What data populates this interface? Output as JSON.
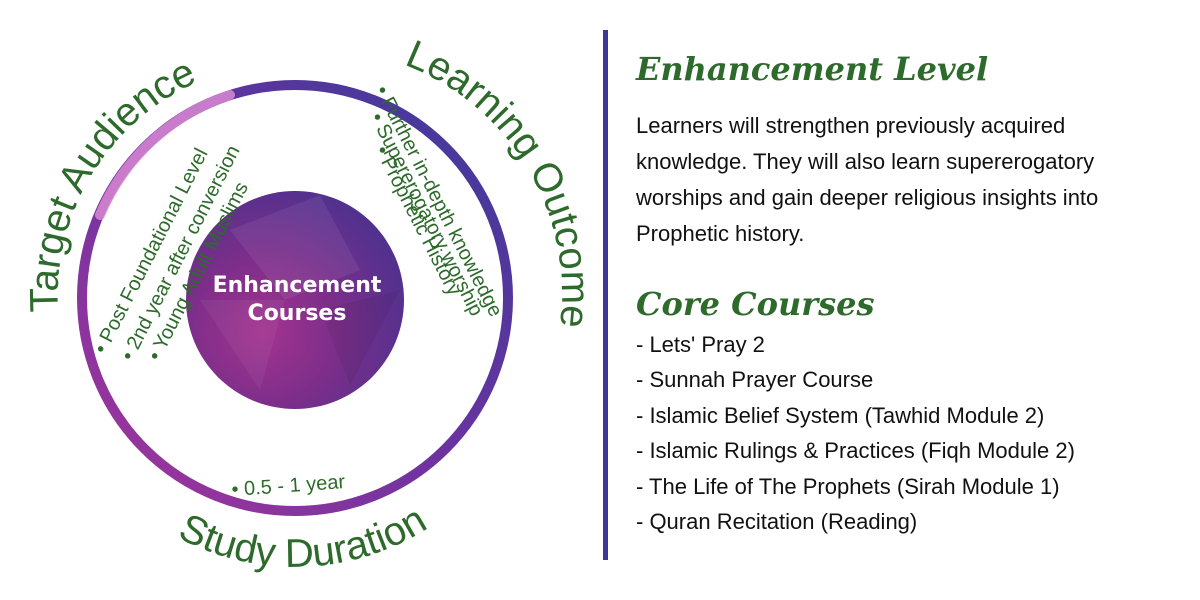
{
  "diagram": {
    "center_line1": "Enhancement",
    "center_line2": "Courses",
    "target_audience": {
      "title": "Target Audience",
      "items": [
        "• Post Foundational Level",
        "• 2nd year after conversion",
        "• Young Adult Muslims"
      ]
    },
    "learning_outcome": {
      "title": "Learning Outcome",
      "items": [
        "• Further in-depth knowledge",
        "• Supererogatory worship",
        "• Prophetic History"
      ]
    },
    "study_duration": {
      "title": "Study Duration",
      "items": [
        "• 0.5 - 1 year"
      ]
    },
    "colors": {
      "ring_purple": "#3b3897",
      "ring_magenta": "#8e2a87",
      "center_dark": "#4c2d86",
      "center_magenta": "#9a2f8e",
      "text_green": "#2d6a2b"
    }
  },
  "level": {
    "heading": "Enhancement Level",
    "description": "Learners will strengthen previously acquired knowledge. They will also learn supererogatory worships and gain deeper religious insights into Prophetic history."
  },
  "core": {
    "heading": "Core Courses",
    "courses": [
      "- Lets' Pray 2",
      "- Sunnah Prayer Course",
      "- Islamic Belief System (Tawhid Module 2)",
      "- Islamic Rulings & Practices (Fiqh Module 2)",
      "- The Life of The Prophets (Sirah Module 1)",
      "- Quran Recitation (Reading)"
    ]
  }
}
